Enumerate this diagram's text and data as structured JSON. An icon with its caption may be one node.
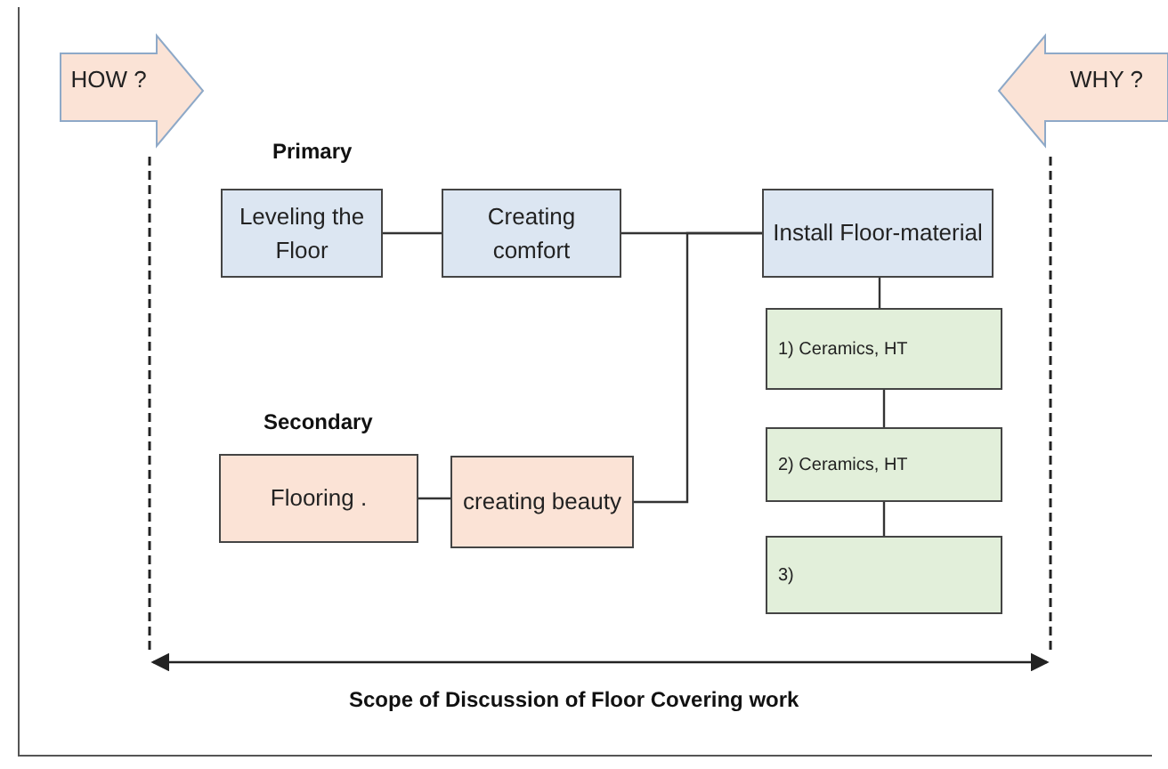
{
  "diagram": {
    "nodes": [
      {
        "text": [
          "HOW ?"
        ]
      },
      {
        "text": [
          "WHY ?"
        ]
      },
      {
        "text": [
          "Leveling the Floor"
        ]
      },
      {
        "text": [
          "Creating comfort"
        ]
      },
      {
        "text": [
          "Install Floor-material"
        ]
      },
      {
        "text": [
          "Flooring ."
        ]
      },
      {
        "text": [
          "creating beauty"
        ]
      },
      {
        "text": [
          "1) Ceramics, HT"
        ]
      },
      {
        "text": [
          "2) Ceramics, HT"
        ]
      },
      {
        "text": [
          "3)"
        ]
      }
    ],
    "edges": [
      {
        "from": 2,
        "to": 3,
        "arrow": "none"
      },
      {
        "from": 3,
        "to": 4,
        "arrow": "none"
      },
      {
        "from": 6,
        "to": 4,
        "arrow": "none"
      },
      {
        "from": 5,
        "to": 6,
        "arrow": "none"
      },
      {
        "from": 4,
        "to": 7,
        "arrow": "none"
      },
      {
        "from": 7,
        "to": 8,
        "arrow": "none"
      },
      {
        "from": 8,
        "to": 9,
        "arrow": "none"
      }
    ],
    "labels": [
      "Primary",
      "Secondary",
      "Scope of Discussion of Floor Covering work"
    ]
  }
}
